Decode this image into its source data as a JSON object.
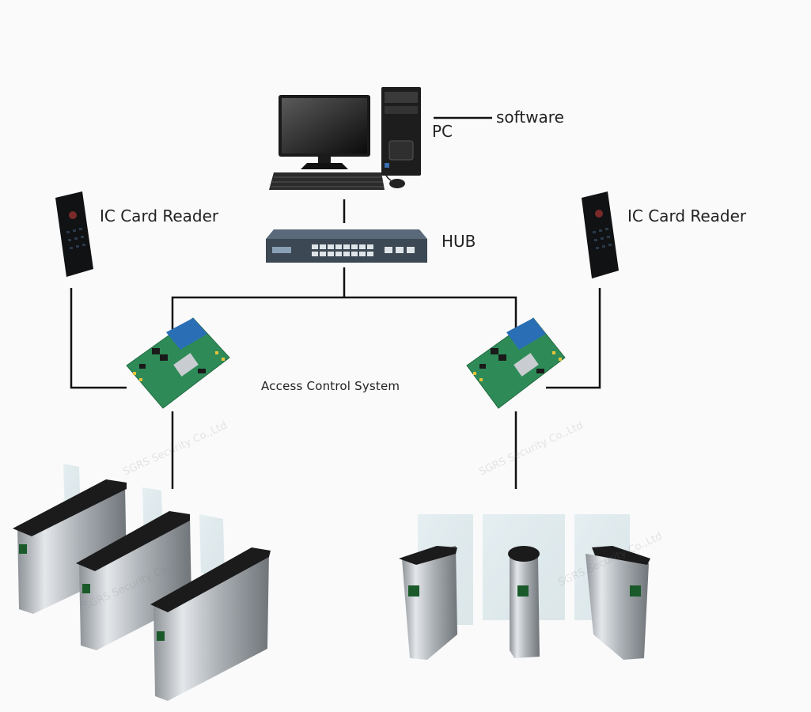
{
  "labels": {
    "pc": "PC",
    "software": "software",
    "hub": "HUB",
    "reader_left": "IC Card Reader",
    "reader_right": "IC Card Reader",
    "access_control": "Access  Control System"
  },
  "watermark": "SGRS Security Co.,Ltd",
  "colors": {
    "line": "#111111",
    "board_green": "#2e8b57",
    "board_blue": "#2a6fb5",
    "steel": "#b8bcc0",
    "glass": "#d7e6ea"
  }
}
